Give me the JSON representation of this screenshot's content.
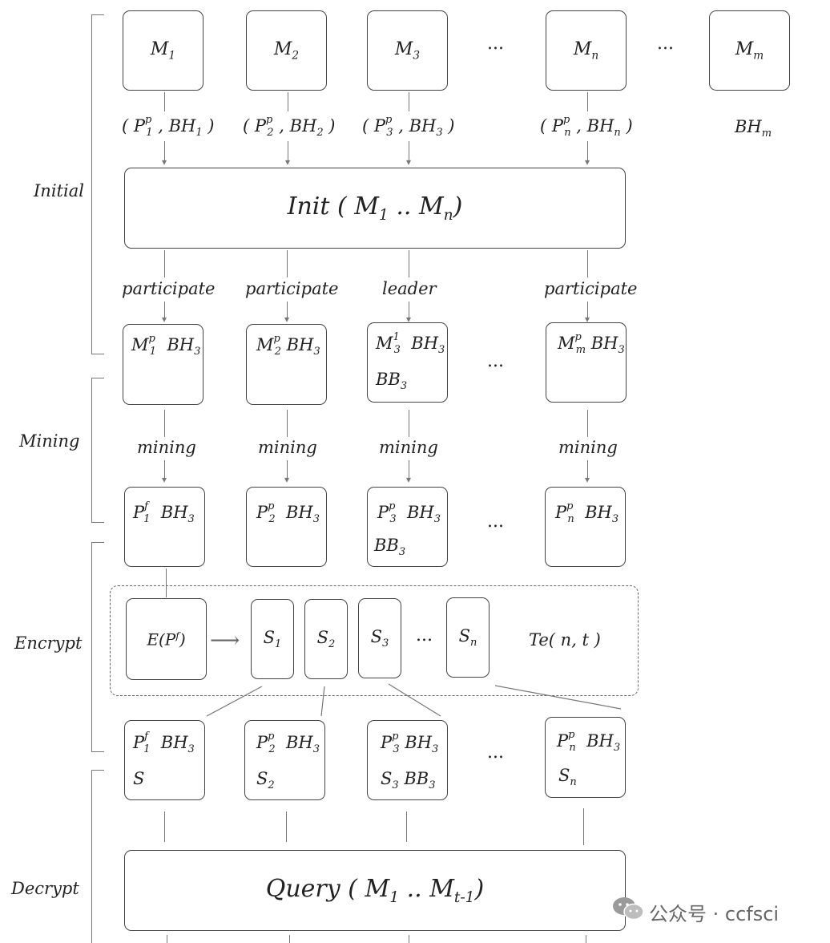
{
  "stages": {
    "initial": "Initial",
    "mining": "Mining",
    "encrypt": "Encrypt",
    "decrypt": "Decrypt"
  },
  "ellipsis": "...",
  "top": {
    "m1": "M",
    "m1_sub": "1",
    "m2": "M",
    "m2_sub": "2",
    "m3": "M",
    "m3_sub": "3",
    "mn": "M",
    "mn_sub": "n",
    "mm": "M",
    "mm_sub": "m"
  },
  "pairs": {
    "open": "(",
    "close": ")",
    "comma": ",",
    "p": "P",
    "bh": "BH",
    "sup": "p",
    "s1": "1",
    "s2": "2",
    "s3": "3",
    "sn": "n",
    "bhm": "BH",
    "bhm_sub": "m"
  },
  "init": {
    "text": "Init ( M",
    "sub1": "1",
    "mid": " .. M",
    "subn": "n",
    "end": ")"
  },
  "roles": {
    "participate": "participate",
    "leader": "leader",
    "mining": "mining"
  },
  "row3": {
    "m": "M",
    "bh": "BH",
    "bh_sub": "3",
    "bb": "BB",
    "bb_sub": "3",
    "p_sup": "p",
    "leader_sup": "1",
    "s1": "1",
    "s2": "2",
    "s3": "3",
    "sm": "m"
  },
  "row4": {
    "p": "P",
    "bh": "BH",
    "bh_sub": "3",
    "bb": "BB",
    "bb_sub": "3",
    "f_sup": "f",
    "p_sup": "p",
    "s1": "1",
    "s2": "2",
    "s3": "3",
    "sn": "n"
  },
  "encrypt": {
    "e_text": "E(P",
    "e_sup": "f",
    "e_close": ")",
    "arrow": "⟶",
    "s": "S",
    "s1": "1",
    "s2": "2",
    "s3": "3",
    "sn": "n",
    "te": "Te( n, t )"
  },
  "row5": {
    "p": "P",
    "bh": "BH",
    "bh_sub": "3",
    "s": "S",
    "bb": "BB",
    "bb_sub": "3",
    "f_sup": "f",
    "p_sup": "p",
    "s1": "1",
    "s2": "2",
    "s3": "3",
    "sn": "n"
  },
  "query": {
    "text": "Query ( M",
    "sub1": "1",
    "mid": " .. M",
    "subt": "t-1",
    "end": ")"
  },
  "watermark": {
    "text": "公众号 · ccfsci"
  }
}
